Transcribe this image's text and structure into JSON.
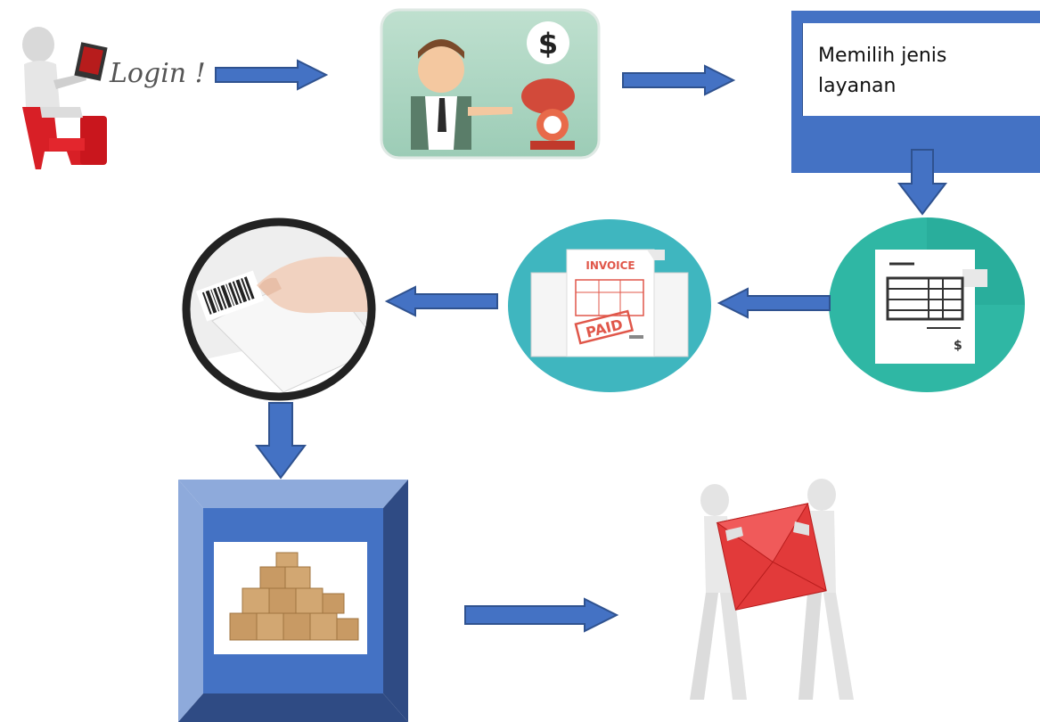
{
  "login": {
    "text": "Login !"
  },
  "pricing": {
    "currency_symbol": "$"
  },
  "service_box": {
    "text": "Memilih jenis layanan"
  },
  "bill": {
    "currency_symbol": "$"
  },
  "invoice": {
    "title": "INVOICE",
    "stamp": "PAID"
  },
  "colors": {
    "arrow_fill": "#4472c4",
    "arrow_stroke": "#2f528f",
    "box_blue": "#4472c4",
    "teal_circle": "#2fb7a4",
    "invoice_circle": "#3fb6bf",
    "red_accent": "#d81f26"
  },
  "icons": [
    "login-figure-icon",
    "money-scale-icon",
    "service-box",
    "bill-icon",
    "invoice-paid-icon",
    "barcode-label-icon",
    "packages-frame-icon",
    "delivery-figures-icon"
  ]
}
